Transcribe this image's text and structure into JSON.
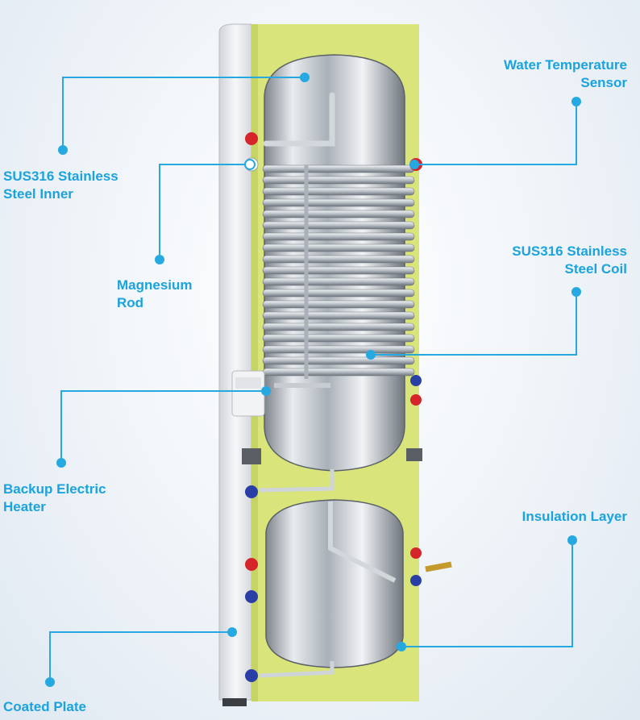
{
  "labels": {
    "water_temperature_sensor": [
      "Water Temperature",
      "Sensor"
    ],
    "inner_tank": [
      "SUS316 Stainless",
      "Steel Inner"
    ],
    "magnesium_rod": [
      "Magnesium",
      "Rod"
    ],
    "steel_coil": [
      "SUS316 Stainless",
      "Steel Coil"
    ],
    "backup_heater": [
      "Backup Electric",
      "Heater"
    ],
    "insulation_layer": [
      "Insulation Layer"
    ],
    "coated_plate": [
      "Coated Plate"
    ]
  },
  "colors": {
    "callout_line": "#26a9e0",
    "label_text": "#1aa3dc",
    "insulation": "#d9e57a",
    "casing": "#e4e6e9",
    "steel": "#c9ced4",
    "hot_fitting": "#d6242b",
    "cold_fitting": "#2a3fa6"
  }
}
